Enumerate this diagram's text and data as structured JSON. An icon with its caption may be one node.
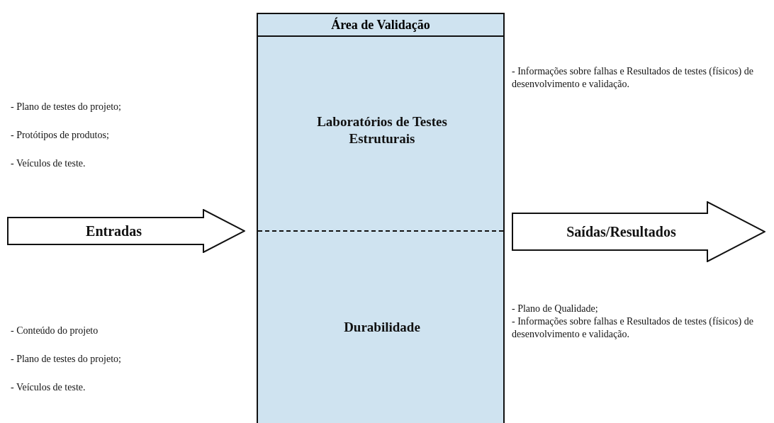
{
  "diagram": {
    "nodes": [
      {
        "text": [
          "Área de Validação"
        ]
      },
      {
        "text": [
          "Laboratórios de Testes Estruturais"
        ],
        "in": 0
      },
      {
        "text": [
          "Durabilidade"
        ],
        "in": 0
      },
      {
        "text": [
          "Entradas"
        ]
      },
      {
        "text": [
          "Saídas/Resultados"
        ]
      }
    ],
    "labels": [
      "- Plano de testes do projeto;",
      "- Protótipos de produtos;",
      "- Veículos de teste.",
      "- Informações sobre falhas e Resultados de testes (físicos) de desenvolvimento e validação.",
      "- Conteúdo do projeto",
      "- Plano de testes do projeto;",
      "- Veículos de teste.",
      "- Plano de Qualidade;",
      "- Informações sobre falhas e Resultados de testes (físicos) de desenvolvimento e validação."
    ]
  }
}
